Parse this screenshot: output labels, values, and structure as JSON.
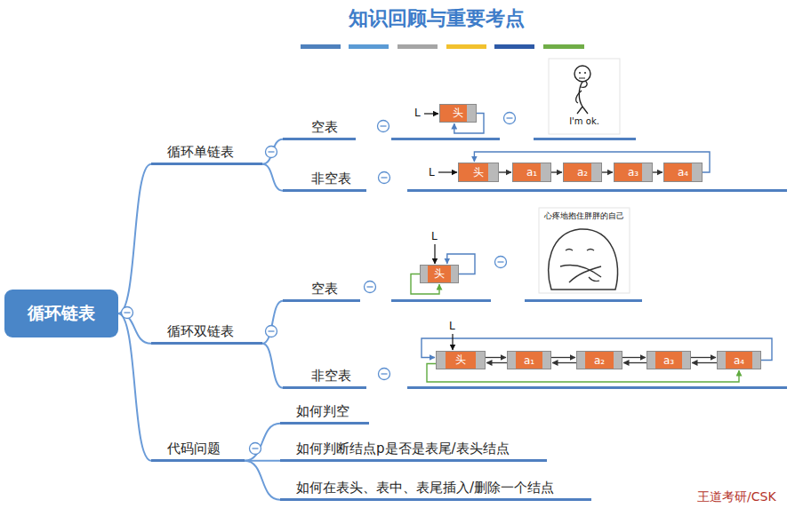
{
  "diagram": {
    "title": "知识回顾与重要考点",
    "nodes": [
      {
        "text": [
          "循环链表"
        ]
      },
      {
        "text": [
          "循环单链表"
        ]
      },
      {
        "text": [
          "空表"
        ]
      },
      {
        "text": [
          "非空表"
        ]
      },
      {
        "text": [
          "循环双链表"
        ]
      },
      {
        "text": [
          "空表"
        ]
      },
      {
        "text": [
          "非空表"
        ]
      },
      {
        "text": [
          "代码问题"
        ]
      },
      {
        "text": [
          "如何判空"
        ]
      },
      {
        "text": [
          "如何判断结点p是否是表尾/表头结点"
        ]
      },
      {
        "text": [
          "如何在表头、表中、表尾插入/删除一个结点"
        ]
      },
      {
        "text": [
          "头"
        ]
      },
      {
        "text": [
          "头"
        ]
      },
      {
        "text": [
          "a₁"
        ]
      },
      {
        "text": [
          "a₂"
        ]
      },
      {
        "text": [
          "a₃"
        ]
      },
      {
        "text": [
          "a₄"
        ]
      },
      {
        "text": [
          "头"
        ]
      },
      {
        "text": [
          "头"
        ]
      },
      {
        "text": [
          "a₁"
        ]
      },
      {
        "text": [
          "a₂"
        ]
      },
      {
        "text": [
          "a₃"
        ]
      },
      {
        "text": [
          "a₄"
        ]
      }
    ],
    "edges": [
      {
        "from": 0,
        "to": 1,
        "arrow": "none"
      },
      {
        "from": 0,
        "to": 4,
        "arrow": "none"
      },
      {
        "from": 0,
        "to": 7,
        "arrow": "none"
      },
      {
        "from": 1,
        "to": 2,
        "arrow": "none"
      },
      {
        "from": 1,
        "to": 3,
        "arrow": "none"
      },
      {
        "from": 4,
        "to": 5,
        "arrow": "none"
      },
      {
        "from": 4,
        "to": 6,
        "arrow": "none"
      },
      {
        "from": 7,
        "to": 8,
        "arrow": "none"
      },
      {
        "from": 7,
        "to": 9,
        "arrow": "none"
      },
      {
        "from": 7,
        "to": 10,
        "arrow": "none"
      },
      {
        "from": 11,
        "to": 11,
        "arrow": "to"
      },
      {
        "from": 12,
        "to": 13,
        "arrow": "to"
      },
      {
        "from": 13,
        "to": 14,
        "arrow": "to"
      },
      {
        "from": 14,
        "to": 15,
        "arrow": "to"
      },
      {
        "from": 15,
        "to": 16,
        "arrow": "to"
      },
      {
        "from": 16,
        "to": 12,
        "arrow": "to"
      },
      {
        "from": 17,
        "to": 17,
        "arrow": "to"
      },
      {
        "from": 17,
        "to": 17,
        "arrow": "to"
      },
      {
        "from": 18,
        "to": 19,
        "arrow": "both"
      },
      {
        "from": 19,
        "to": 20,
        "arrow": "both"
      },
      {
        "from": 20,
        "to": 21,
        "arrow": "both"
      },
      {
        "from": 21,
        "to": 22,
        "arrow": "both"
      },
      {
        "from": 22,
        "to": 18,
        "arrow": "to"
      },
      {
        "from": 18,
        "to": 22,
        "arrow": "to"
      }
    ],
    "labels": [
      "L",
      "L",
      "L",
      "L",
      "I'm ok.",
      "心疼地抱住胖胖的自己",
      "王道考研/CSK"
    ]
  }
}
